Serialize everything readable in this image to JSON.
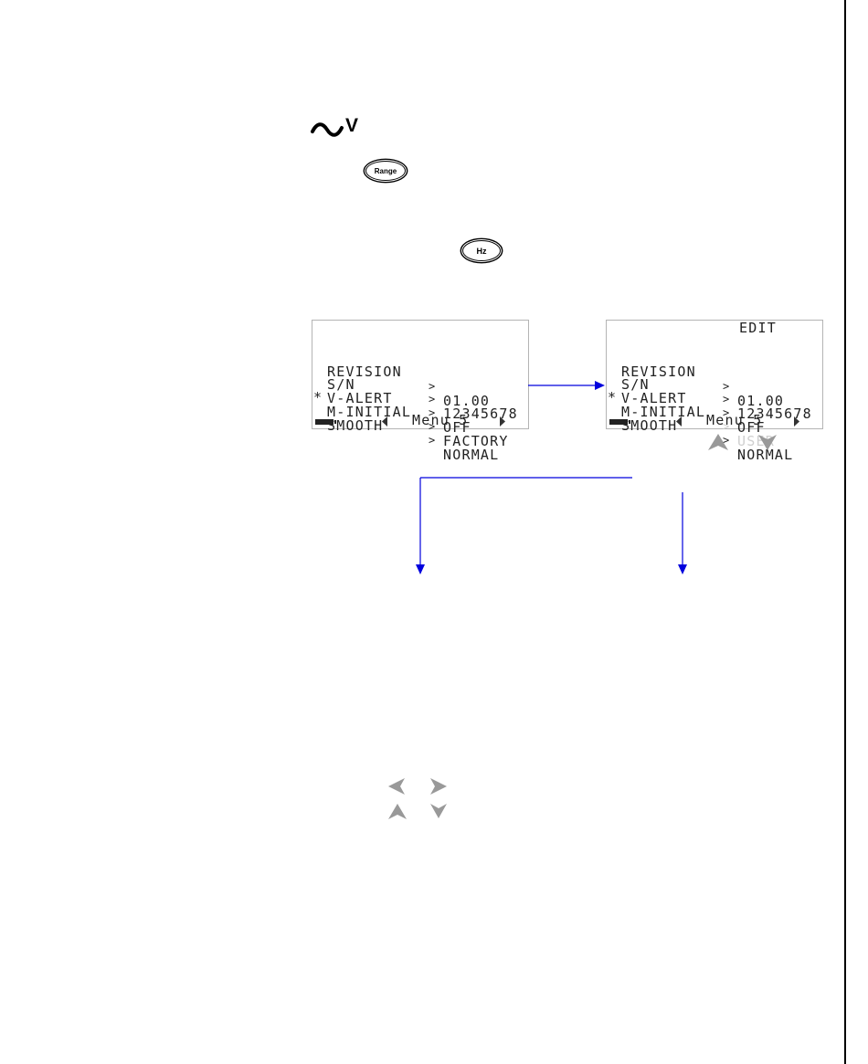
{
  "keys": {
    "range": "Range",
    "hz": "Hz"
  },
  "acv": {
    "symbol": "V"
  },
  "lcd_before": {
    "rows": [
      {
        "mark": "",
        "label": "REVISION",
        "value": "01.00"
      },
      {
        "mark": "",
        "label": "S/N",
        "value": "12345678"
      },
      {
        "mark": "",
        "label": "V-ALERT",
        "value": "OFF"
      },
      {
        "mark": "*",
        "label": "M-INITIAL",
        "value": "FACTORY"
      },
      {
        "mark": "",
        "label": "SMOOTH",
        "value": "NORMAL"
      }
    ],
    "footer": "Menu 5"
  },
  "lcd_after": {
    "header": "EDIT",
    "rows": [
      {
        "mark": "",
        "label": "REVISION",
        "value": "01.00"
      },
      {
        "mark": "",
        "label": "S/N",
        "value": "12345678"
      },
      {
        "mark": "",
        "label": "V-ALERT",
        "value": "OFF"
      },
      {
        "mark": "*",
        "label": "M-INITIAL",
        "value": "USER"
      },
      {
        "mark": "",
        "label": "SMOOTH",
        "value": "NORMAL"
      }
    ],
    "footer": "Menu 5"
  },
  "icons": [
    "ac-sine-icon",
    "range-key-icon",
    "hz-key-icon",
    "up-arrow-icon",
    "down-arrow-icon",
    "left-arrow-icon",
    "right-arrow-icon",
    "battery-icon"
  ],
  "colors": {
    "flow_arrow": "#0000dd",
    "lcd_border": "#b4b4b4",
    "arrow_key": "#999999",
    "dim_text": "#cfcfcf"
  }
}
